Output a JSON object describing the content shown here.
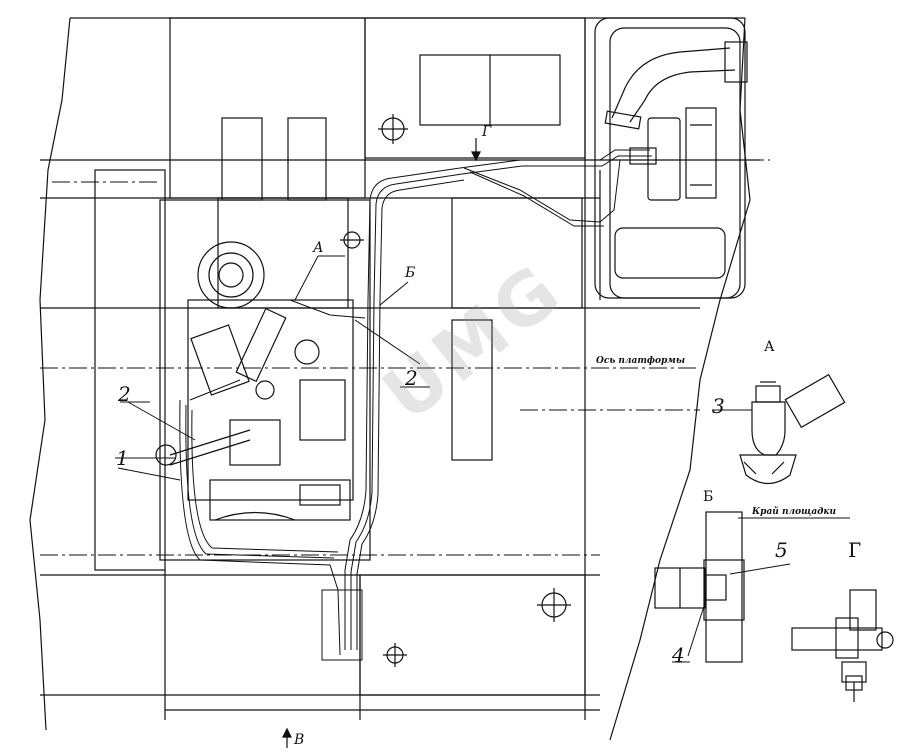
{
  "drawing": {
    "title": "Engine piping installation diagram",
    "watermark": "UMG",
    "colors": {
      "line": "#111111",
      "paper": "#ffffff",
      "watermark": "#9a9a9a"
    }
  },
  "callouts": {
    "label_1": "1",
    "label_2_left": "2",
    "label_2_center": "2",
    "label_3": "3",
    "label_4": "4",
    "label_5": "5",
    "view_A_mark": "А",
    "view_B_mark": "Б",
    "view_G_mark": "Г",
    "view_V_mark": "В"
  },
  "annotations": {
    "platform_axis": "Ось платформы",
    "frame_edge": "Край площадки"
  },
  "detail_views": {
    "detail_A_title": "А",
    "detail_B_title": "Б",
    "detail_G_title": "Г"
  }
}
